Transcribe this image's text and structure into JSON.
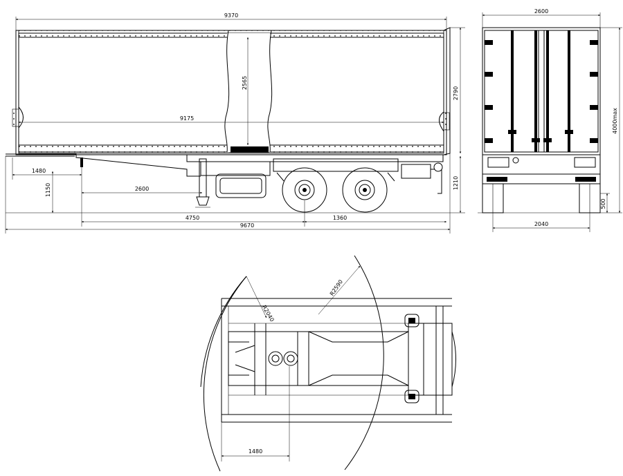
{
  "side_view": {
    "overall_length": "9370",
    "body_length": "9175",
    "inner_height": "2565",
    "body_height": "2790",
    "kingpin_to_front": "1480",
    "coupling_height": "1150",
    "kingpin_to_leg": "2600",
    "kingpin_to_axle": "4750",
    "axle_spacing": "1360",
    "total_length": "9670",
    "frame_height": "1210"
  },
  "rear_view": {
    "width": "2600",
    "max_height": "4000max",
    "track_width": "2040",
    "ground_clearance": "500"
  },
  "plan_view": {
    "swing_radius_front": "R2040",
    "swing_radius_rear": "R2590",
    "kingpin_offset": "1480"
  }
}
